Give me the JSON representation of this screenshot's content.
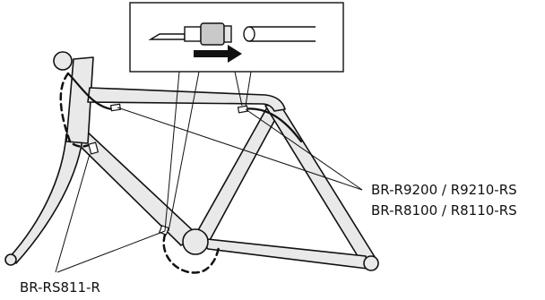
{
  "labels": {
    "model_right_line1": "BR-R9200 / R9210-RS",
    "model_right_line2": "BR-R8100 / R8110-RS",
    "model_bottom_left": "BR-RS811-R"
  },
  "icons": {
    "inset": "cable-insertion-inset",
    "arrow": "right-arrow-icon",
    "frame": "bicycle-frame"
  },
  "colors": {
    "frame_fill": "#e9e9e9",
    "outline": "#111111",
    "cable": "#111111"
  }
}
